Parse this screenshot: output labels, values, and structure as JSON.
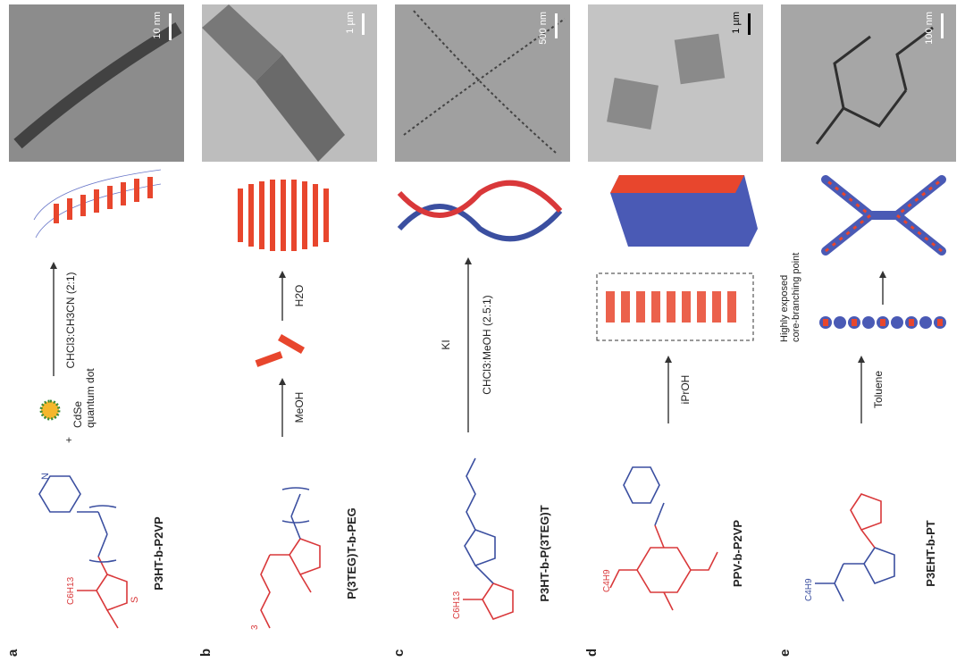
{
  "colors": {
    "red": "#e8462d",
    "blue": "#4a5ab5",
    "polymer_red": "#d9383a",
    "polymer_blue": "#3b4fa0",
    "tem_bg": "#a8a8a8"
  },
  "panels": [
    {
      "label": "a",
      "compound": "P3HT-b-P2VP",
      "side_group": "C6H13",
      "plus": "+",
      "additive_line1": "CdSe",
      "additive_line2": "quantum dot",
      "step1": "CHCl3:CH3CN (2:1)",
      "step2": "",
      "scale": "10 nm"
    },
    {
      "label": "b",
      "compound": "P(3TEG)T-b-PEG",
      "side_group": "3",
      "plus": "",
      "additive_line1": "",
      "additive_line2": "",
      "step1": "MeOH",
      "step2": "H2O",
      "scale": "1 µm"
    },
    {
      "label": "c",
      "compound": "P3HT-b-P(3TEG)T",
      "side_group": "C6H13",
      "plus": "",
      "additive_line1": "",
      "additive_line2": "",
      "step1": "KI",
      "step2": "CHCl3:MeOH (2.5:1)",
      "scale": "500 nm"
    },
    {
      "label": "d",
      "compound": "PPV-b-P2VP",
      "side_group": "C4H9",
      "plus": "",
      "additive_line1": "",
      "additive_line2": "",
      "step1": "iPrOH",
      "step2": "",
      "scale": "1 µm"
    },
    {
      "label": "e",
      "compound": "P3EHT-b-PT",
      "side_group": "C4H9",
      "plus": "",
      "additive_line1": "",
      "additive_line2": "",
      "step1": "Toluene",
      "step2": "",
      "scale": "100 nm",
      "callout_line1": "Highly exposed",
      "callout_line2": "core-branching point"
    }
  ]
}
